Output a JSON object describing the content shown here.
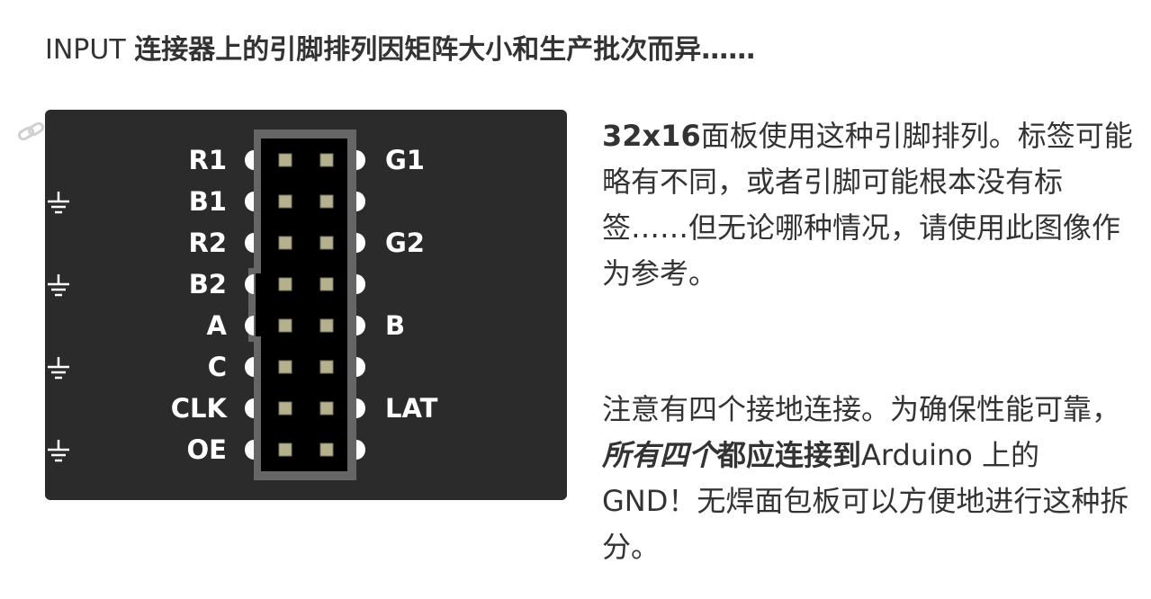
{
  "heading": {
    "prefix": "INPUT ",
    "text": "连接器上的引脚排列因矩阵大小和生产批次而异……"
  },
  "link_icon": "link-icon",
  "connector": {
    "rows": [
      {
        "left": "R1",
        "right": "G1"
      },
      {
        "left": "B1",
        "right": "GND",
        "right_icon": "ground-icon"
      },
      {
        "left": "R2",
        "right": "G2"
      },
      {
        "left": "B2",
        "right": "GND",
        "right_icon": "ground-icon"
      },
      {
        "left": "A",
        "right": "B"
      },
      {
        "left": "C",
        "right": "GND",
        "right_icon": "ground-icon"
      },
      {
        "left": "CLK",
        "right": "LAT"
      },
      {
        "left": "OE",
        "right": "GND",
        "right_icon": "ground-icon"
      }
    ],
    "colors": {
      "background": "#2b2b2b",
      "shroud": "#666666",
      "pin": "#b5b08e",
      "label": "#ffffff"
    }
  },
  "para1": {
    "bold_part": "32x16",
    "rest": "面板使用这种引脚排列。标签可能略有不同，或者引脚可能根本没有标签……但无论哪种情况，请使用此图像作为参考。"
  },
  "para2": {
    "part1": "注意有四个接地连接。为确保性能可靠，",
    "em_part": "所有四个",
    "bold_part": "都应连接到",
    "part2": "Arduino 上的 GND！无焊面包板可以方便地进行这种拆分。"
  }
}
